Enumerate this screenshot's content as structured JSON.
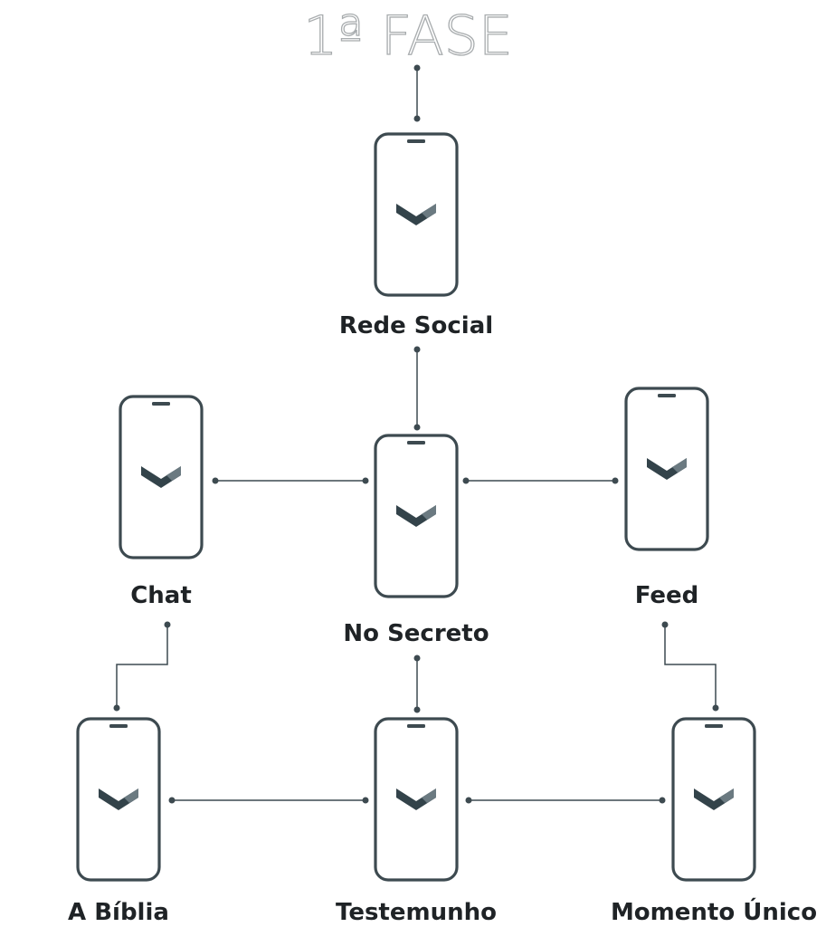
{
  "title": "1ª FASE",
  "colors": {
    "outline": "#3d4a50",
    "logo": "#33434a",
    "title": "#a8acae",
    "label": "#1f2326"
  },
  "nodes": [
    {
      "id": "rede-social",
      "label": "Rede Social",
      "icon": "phone-logo-icon"
    },
    {
      "id": "chat",
      "label": "Chat",
      "icon": "phone-logo-icon"
    },
    {
      "id": "no-secreto",
      "label": "No Secreto",
      "icon": "phone-logo-icon"
    },
    {
      "id": "feed",
      "label": "Feed",
      "icon": "phone-logo-icon"
    },
    {
      "id": "a-biblia",
      "label": "A Bíblia",
      "icon": "phone-logo-icon"
    },
    {
      "id": "testemunho",
      "label": "Testemunho",
      "icon": "phone-logo-icon"
    },
    {
      "id": "momento-unico",
      "label": "Momento Único",
      "icon": "phone-logo-icon"
    }
  ],
  "edges": [
    {
      "from": "title",
      "to": "rede-social"
    },
    {
      "from": "rede-social",
      "to": "no-secreto"
    },
    {
      "from": "chat",
      "to": "no-secreto"
    },
    {
      "from": "no-secreto",
      "to": "feed"
    },
    {
      "from": "chat",
      "to": "a-biblia"
    },
    {
      "from": "no-secreto",
      "to": "testemunho"
    },
    {
      "from": "feed",
      "to": "momento-unico"
    },
    {
      "from": "a-biblia",
      "to": "testemunho"
    },
    {
      "from": "testemunho",
      "to": "momento-unico"
    }
  ]
}
